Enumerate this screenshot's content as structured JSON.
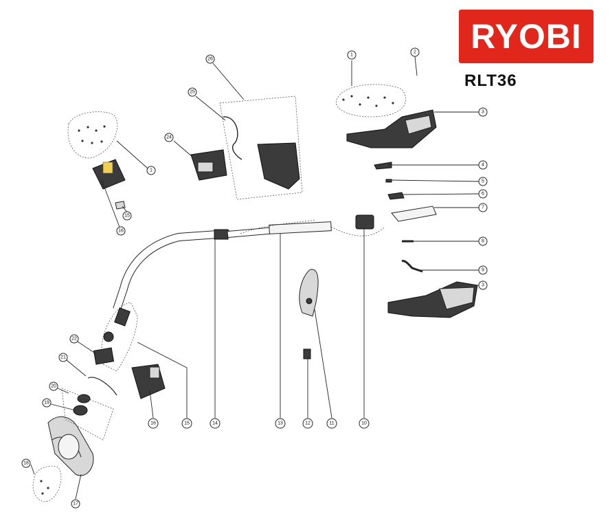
{
  "brand": {
    "logo_text": "RYOBI",
    "model": "RLT36",
    "logo_color": "#e1261c"
  },
  "callouts": [
    "1",
    "2",
    "3",
    "4",
    "5",
    "6",
    "7",
    "8",
    "9",
    "3",
    "10",
    "11",
    "12",
    "13",
    "14",
    "15",
    "16",
    "17",
    "18",
    "19",
    "20",
    "21",
    "22",
    "24",
    "25",
    "26",
    "1",
    "15",
    "16"
  ]
}
